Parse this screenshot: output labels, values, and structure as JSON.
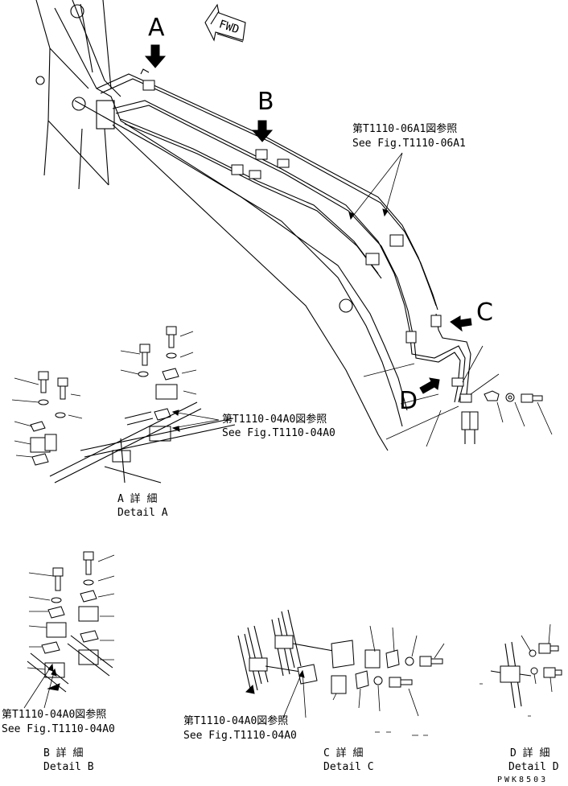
{
  "direction": {
    "fwd": "FWD"
  },
  "views": {
    "a": "A",
    "b": "B",
    "c": "C",
    "d": "D"
  },
  "refs": {
    "r06a1_jp": "第T1110-06A1図参照",
    "r06a1_en": "See Fig.T1110-06A1",
    "r04a0_jp": "第T1110-04A0図参照",
    "r04a0_en": "See Fig.T1110-04A0",
    "r04a0b_jp": "第T1110-04A0図参照",
    "r04a0b_en": "See Fig.T1110-04A0",
    "r04a0c_jp": "第T1110-04A0図参照",
    "r04a0c_en": "See Fig.T1110-04A0"
  },
  "details": {
    "a_jp": "A 詳 細",
    "a_en": "Detail A",
    "b_jp": "B 詳 細",
    "b_en": "Detail B",
    "c_jp": "C 詳 細",
    "c_en": "Detail C",
    "d_jp": "D 詳 細",
    "d_en": "Detail D"
  },
  "drawing_code": "PWK8503"
}
